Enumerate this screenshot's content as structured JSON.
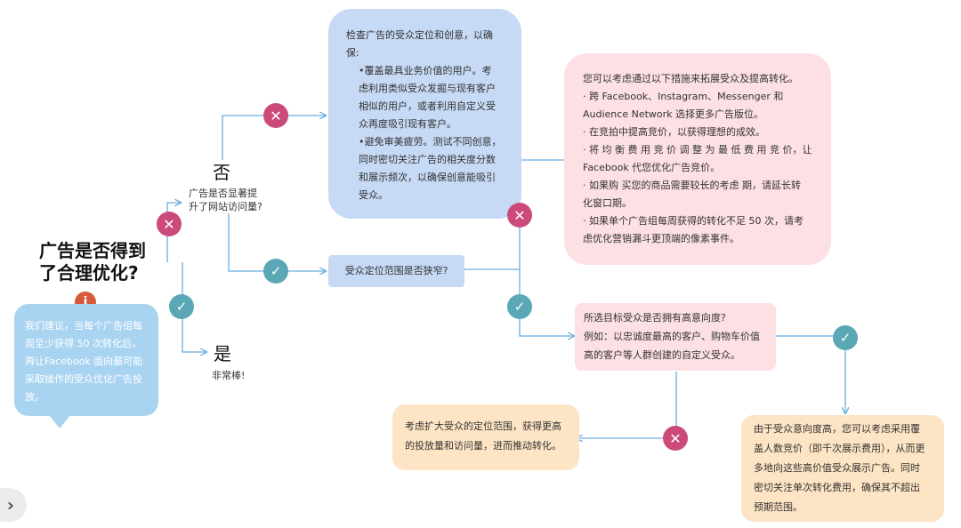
{
  "title_lines": [
    "广告是否得到",
    "了合理优化?"
  ],
  "advice_box": [
    "我们建议，当每个广告组每",
    "周至少获得 50 次转化后，",
    "再让Facebook 面向最可能",
    "采取操作的受众优化广告投",
    "放。"
  ],
  "no_label": "否",
  "yes_label": "是",
  "yes_text": "非常棒!",
  "question_traffic": [
    "广告是否显著提",
    "升了网站访问量?"
  ],
  "check_box": {
    "intro": [
      "检查广告的受众定位和创意，以确",
      "保:"
    ],
    "bullet1": [
      "•覆盖最具业务价值的用户。考",
      "虑利用类似受众发掘与现有客户",
      "相似的用户，或者利用自定义受",
      "众再度吸引现有客户。"
    ],
    "bullet2": [
      "•避免审美疲劳。测试不同创意，",
      "同时密切关注广告的相关度分数",
      "和展示频次，以确保创意能吸引",
      "受众。"
    ]
  },
  "question_narrow": "受众定位范围是否狭窄?",
  "expand_box": [
    "您可以考虑通过以下措施来拓展受众及提高转化。",
    "· 跨 Facebook、Instagram、Messenger 和",
    "Audience Network 选择更多广告版位。",
    "· 在竞拍中提高竞价，以获得理想的成效。",
    "· 将 均 衡 费 用 竞 价 调 整 为 最 低 费 用 竞 价，让",
    "Facebook 代您优化广告竞价。",
    "· 如果购 买您的商品需要较长的考虑 期，请延长转",
    "化窗口期。",
    "· 如果单个广告组每周获得的转化不足 50 次，请考",
    "虑优化营销漏斗更顶端的像素事件。"
  ],
  "question_intent": [
    "所选目标受众是否拥有高意向度?",
    "例如：以忠诚度最高的客户、购物车价值",
    "高的客户等人群创建的自定义受众。"
  ],
  "widen_box": [
    "考虑扩大受众的定位范围，获得更高",
    "的投放量和访问量，进而推动转化。"
  ],
  "high_intent_box": [
    "由于受众意向度高，您可以考虑采用覆",
    "盖人数竞价（即千次展示费用），从而更",
    "多地向这些高价值受众展示广告。同时",
    "密切关注单次转化费用，确保其不超出",
    "预期范围。"
  ],
  "icons": {
    "x": "✕",
    "check": "✓",
    "info": "i",
    "nav": "›"
  },
  "colors": {
    "line": "#6aaee0",
    "x_icon": "#cc4a7a",
    "check_icon": "#5aa8b5",
    "info_icon": "#d65a38"
  }
}
